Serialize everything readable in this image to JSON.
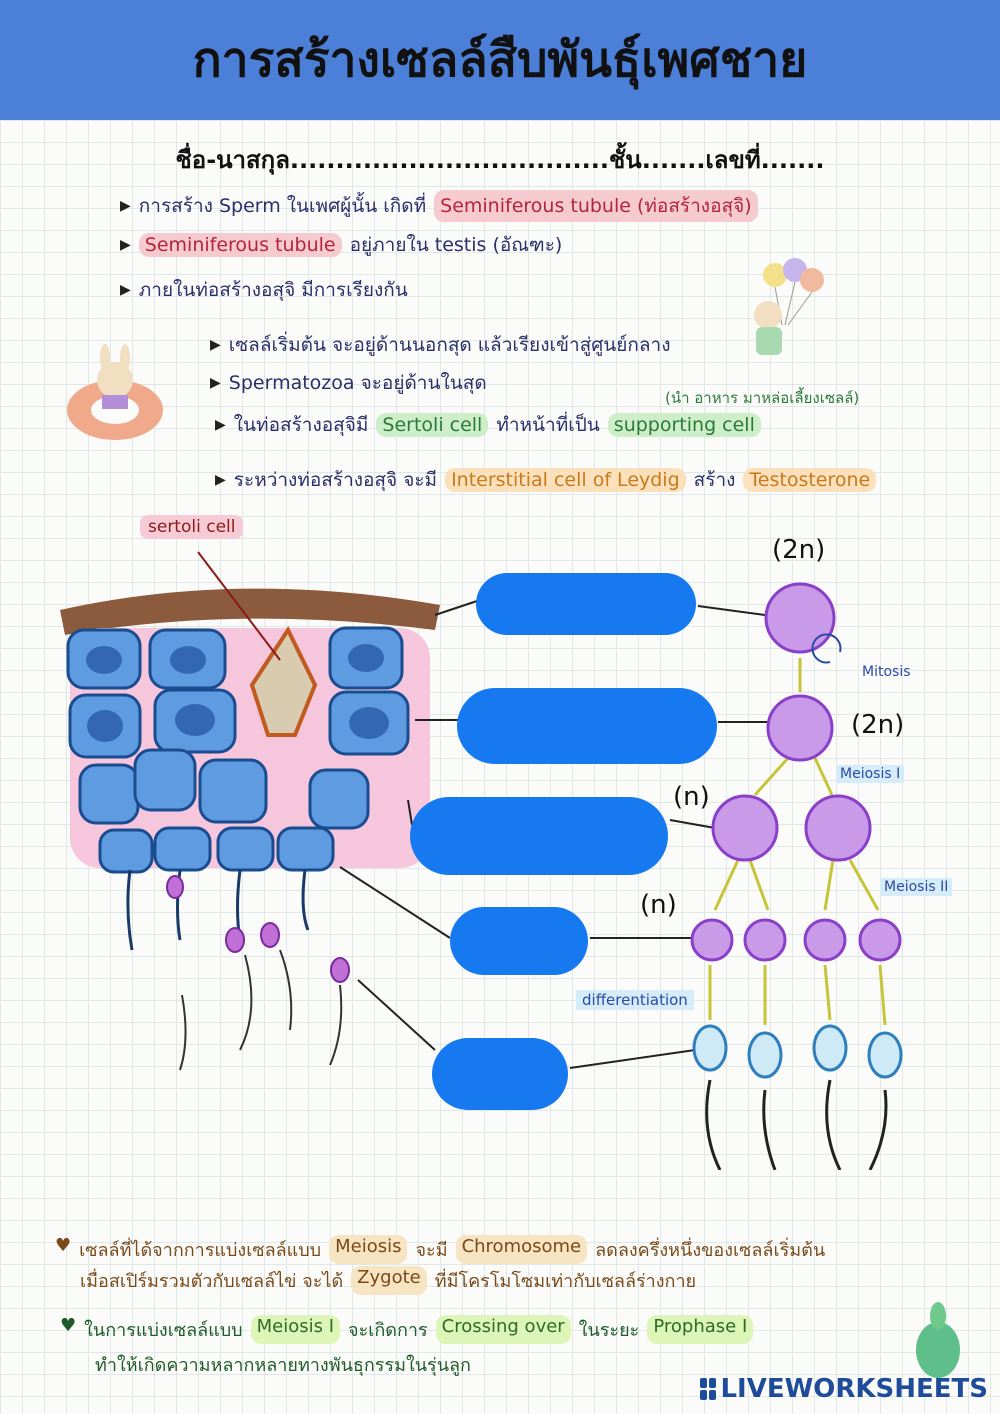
{
  "header": {
    "title": "การสร้างเซลล์สืบพันธุ์เพศชาย"
  },
  "student": {
    "line": "ชื่อ-นาสกุล...................................ชั้น.......เลขที่......."
  },
  "notes": [
    {
      "text": "การสร้าง Sperm ในเพศผู้นั้น เกิดที่",
      "highlight": "Seminiferous tubule (ท่อสร้างอสุจิ)"
    },
    {
      "highlight": "Seminiferous tubule",
      "text": "อยู่ภายใน testis (อัณฑะ)"
    },
    {
      "text": "ภายในท่อสร้างอสุจิ มีการเรียงกัน"
    }
  ],
  "subnotes": [
    {
      "text": "เซลล์เริ่มต้น จะอยู่ด้านนอกสุด แล้วเรียงเข้าสู่ศูนย์กลาง"
    },
    {
      "text": "Spermatozoa จะอยู่ด้านในสุด"
    },
    {
      "pre": "ในท่อสร้างอสุจิมี",
      "hl1": "Sertoli cell",
      "mid": "ทำหน้าที่เป็น",
      "hl2": "supporting cell"
    },
    {
      "pre": "ระหว่างท่อสร้างอสุจิ จะมี",
      "hl1": "Interstitial cell of Leydig",
      "mid": "สร้าง",
      "hl2": "Testosterone"
    }
  ],
  "sertoli_note": "(นำ อาหาร มาหล่อเลี้ยงเซลล์)",
  "diagram": {
    "sertoli_label": "sertoli cell",
    "ploidy": {
      "p1": "(2n)",
      "p2": "(2n)",
      "p3": "(n)",
      "p4": "(n)"
    },
    "mitosis": "Mitosis",
    "meiosis1": "Meiosis I",
    "meiosis2": "Meiosis II",
    "differentiation": "differentiation"
  },
  "footer": {
    "line1_pre": "เซลล์ที่ได้จากการแบ่งเซลล์แบบ",
    "line1_hl1": "Meiosis",
    "line1_mid": "จะมี",
    "line1_hl2": "Chromosome",
    "line1_post": "ลดลงครึ่งหนึ่งของเซลล์เริ่มต้น",
    "line2_pre": "เมื่อสเปิร์มรวมตัวกับเซลล์ไข่ จะได้",
    "line2_hl": "Zygote",
    "line2_post": "ที่มีโครโมโซมเท่ากับเซลล์ร่างกาย",
    "line3_pre": "ในการแบ่งเซลล์แบบ",
    "line3_hl1": "Meiosis I",
    "line3_mid": "จะเกิดการ",
    "line3_hl2": "Crossing over",
    "line3_mid2": "ในระยะ",
    "line3_hl3": "Prophase I",
    "line4": "ทำให้เกิดความหลากหลายทางพันธุกรรมในรุ่นลูก"
  },
  "brand": "LIVEWORKSHEETS",
  "colors": {
    "title_bar": "#4b7fd8",
    "answer_box": "#1679ef",
    "cell_purple": "#9b4fd6",
    "cell_blue": "#3b8fd9"
  }
}
